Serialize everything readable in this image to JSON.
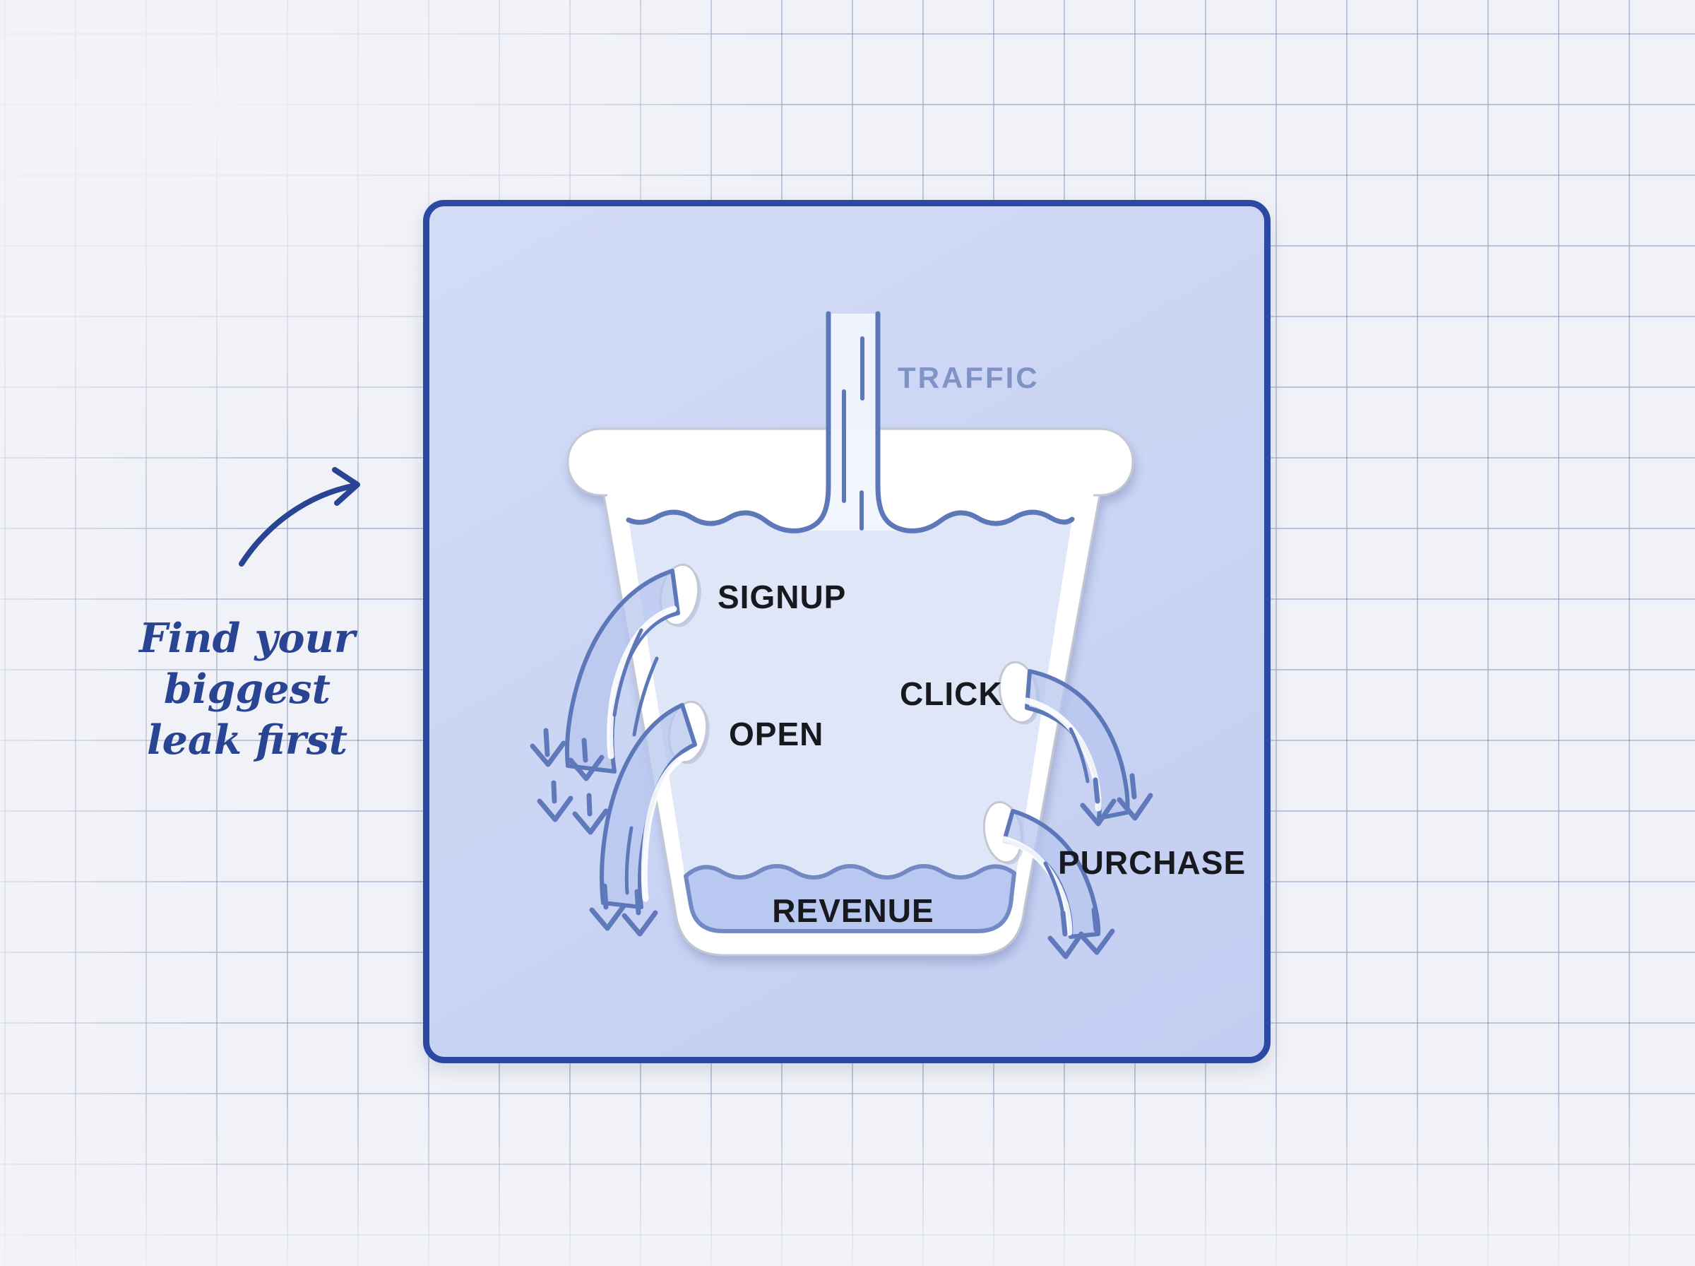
{
  "note": {
    "lines": [
      "Find your",
      "biggest",
      "leak first"
    ]
  },
  "diagram": {
    "inflow_label": "TRAFFIC",
    "leaks": [
      {
        "id": "signup",
        "label": "SIGNUP"
      },
      {
        "id": "open",
        "label": "OPEN"
      },
      {
        "id": "click",
        "label": "CLICK"
      },
      {
        "id": "purchase",
        "label": "PURCHASE"
      }
    ],
    "pool_label": "REVENUE"
  },
  "colors": {
    "page_bg": "#f1f2f7",
    "grid_line": "#92a0c6",
    "panel_bg": "#cbd5f4",
    "panel_border": "#2b49a3",
    "handwriting_ink": "#2a4494",
    "traffic_label": "#8093c5",
    "bucket_outline": "#c2c7d3",
    "water_stroke": "#5d78b8",
    "ribbon_fill": "#b7c6ef",
    "pool_fill": "#b9c8f0",
    "pool_stroke": "#7289c4",
    "interior_fill": "#dfe6f8",
    "leak_label": "#17191f"
  }
}
